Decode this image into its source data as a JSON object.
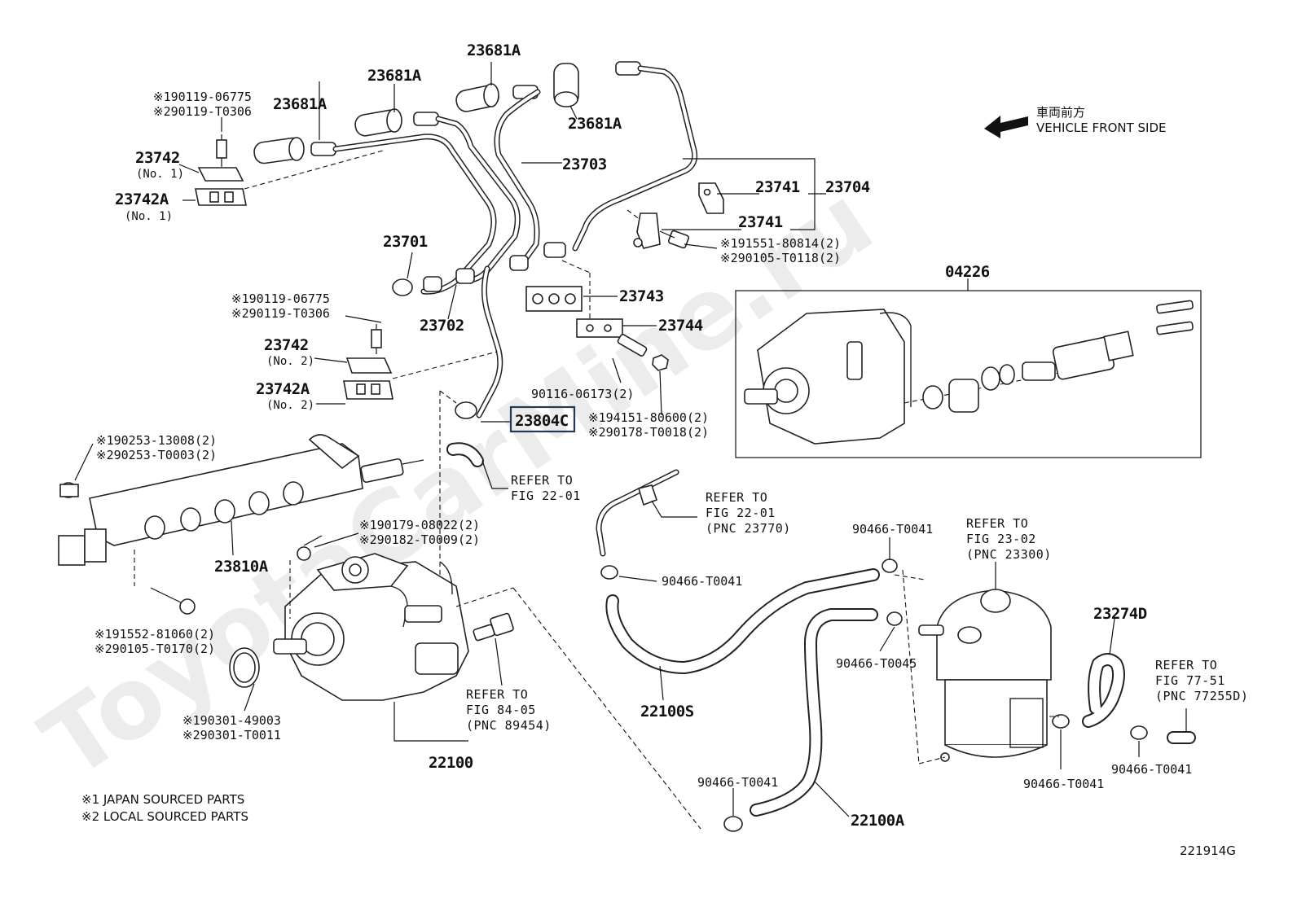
{
  "diagram_id": "221914G",
  "watermark": "ToyotaCarMine.ru",
  "direction": {
    "japanese": "車両前方",
    "english": "VEHICLE FRONT SIDE",
    "arrow_icon": "arrow-left-icon"
  },
  "legend": [
    "※1 JAPAN SOURCED PARTS",
    "※2 LOCAL SOURCED PARTS"
  ],
  "highlighted_part": "23804C",
  "labels": {
    "p23681A_a": "23681A",
    "p23681A_b": "23681A",
    "p23681A_c": "23681A",
    "p23681A_d": "23681A",
    "p23703": "23703",
    "p23741_a": "23741",
    "p23741_b": "23741",
    "p23704": "23704",
    "p23742_1": "23742",
    "p23742_1_sub": "(No. 1)",
    "p23742A_1": "23742A",
    "p23742A_1_sub": "(No. 1)",
    "bolt1_a": "※190119-06775",
    "bolt1_b": "※290119-T0306",
    "p23701": "23701",
    "p23702": "23702",
    "p23743": "23743",
    "p23744": "23744",
    "bolt2_a": "※190119-06775",
    "bolt2_b": "※290119-T0306",
    "p23742_2": "23742",
    "p23742_2_sub": "(No. 2)",
    "p23742A_2": "23742A",
    "p23742A_2_sub": "(No. 2)",
    "p90116": "90116-06173(2)",
    "p23804C": "23804C",
    "nut_a": "※194151-80600(2)",
    "nut_b": "※290178-T0018(2)",
    "bolt3_a": "※191551-80814(2)",
    "bolt3_b": "※290105-T0118(2)",
    "p04226": "04226",
    "plug_a": "※190253-13008(2)",
    "plug_b": "※290253-T0003(2)",
    "ref_22_01_a_1": "REFER TO",
    "ref_22_01_a_2": "FIG 22-01",
    "ref_22_01_b_1": "REFER TO",
    "ref_22_01_b_2": "FIG 22-01",
    "ref_22_01_b_3": "(PNC 23770)",
    "bolt4_a": "※190179-08022(2)",
    "bolt4_b": "※290182-T0009(2)",
    "p23810A": "23810A",
    "bolt5_a": "※191552-81060(2)",
    "bolt5_b": "※290105-T0170(2)",
    "oring_a": "※190301-49003",
    "oring_b": "※290301-T0011",
    "p22100": "22100",
    "ref_84_05_1": "REFER TO",
    "ref_84_05_2": "FIG 84-05",
    "ref_84_05_3": "(PNC 89454)",
    "clamp_a": "90466-T0041",
    "clamp_b": "90466-T0041",
    "clamp_c": "90466-T0045",
    "clamp_d": "90466-T0041",
    "clamp_e": "90466-T0041",
    "clamp_f": "90466-T0041",
    "p22100S": "22100S",
    "p22100A": "22100A",
    "ref_23_02_1": "REFER TO",
    "ref_23_02_2": "FIG 23-02",
    "ref_23_02_3": "(PNC 23300)",
    "p23274D": "23274D",
    "ref_77_51_1": "REFER TO",
    "ref_77_51_2": "FIG 77-51",
    "ref_77_51_3": "(PNC 77255D)"
  }
}
